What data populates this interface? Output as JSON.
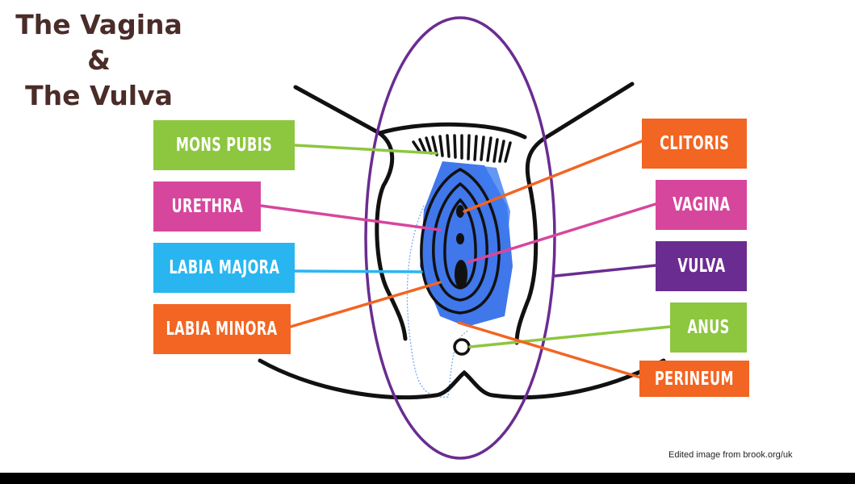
{
  "title": {
    "line1": "The Vagina",
    "line2": "&",
    "line3": "The Vulva"
  },
  "labels": {
    "mons_pubis": {
      "text": "MONS PUBIS",
      "color": "#8dc63f"
    },
    "urethra": {
      "text": "URETHRA",
      "color": "#d7469d"
    },
    "labia_majora": {
      "text": "LABIA MAJORA",
      "color": "#29b6f0"
    },
    "labia_minora": {
      "text": "LABIA MINORA",
      "color": "#f26522"
    },
    "clitoris": {
      "text": "CLITORIS",
      "color": "#f26522"
    },
    "vagina": {
      "text": "VAGINA",
      "color": "#d7469d"
    },
    "vulva": {
      "text": "VULVA",
      "color": "#6a2c91"
    },
    "anus": {
      "text": "ANUS",
      "color": "#8dc63f"
    },
    "perineum": {
      "text": "PERINEUM",
      "color": "#f26522"
    }
  },
  "credit": "Edited image from brook.org/uk",
  "colors": {
    "title": "#4a2c28",
    "outline": "#111111",
    "vulva_oval": "#6a2c91",
    "highlight": "#1f5fe8"
  }
}
